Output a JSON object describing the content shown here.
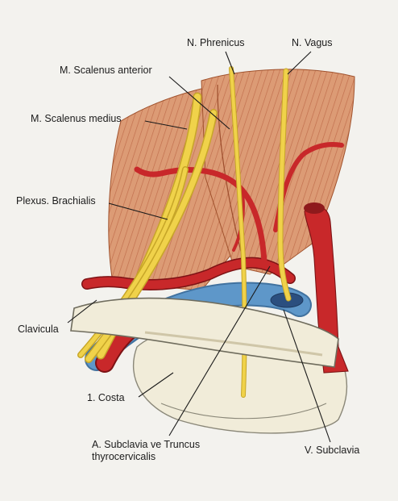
{
  "labels": {
    "phrenicus": "N. Phrenicus",
    "vagus": "N. Vagus",
    "scalenus_anterior": "M. Scalenus anterior",
    "scalenus_medius": "M. Scalenus medius",
    "plexus_brachialis": "Plexus. Brachialis",
    "clavicula": "Clavicula",
    "costa": "1. Costa",
    "subclavia_artery_line1": "A. Subclavia ve Truncus",
    "subclavia_artery_line2": "thyrocervicalis",
    "subclavia_vein": "V. Subclavia"
  },
  "colors": {
    "background": "#f3f2ee",
    "muscle": "#dc9b75",
    "muscle_stripe": "#b8603f",
    "nerve": "#f0d24a",
    "artery": "#c8282a",
    "vein": "#5e97c9",
    "bone": "#f1ecd9",
    "leader": "#1a1a1a"
  }
}
